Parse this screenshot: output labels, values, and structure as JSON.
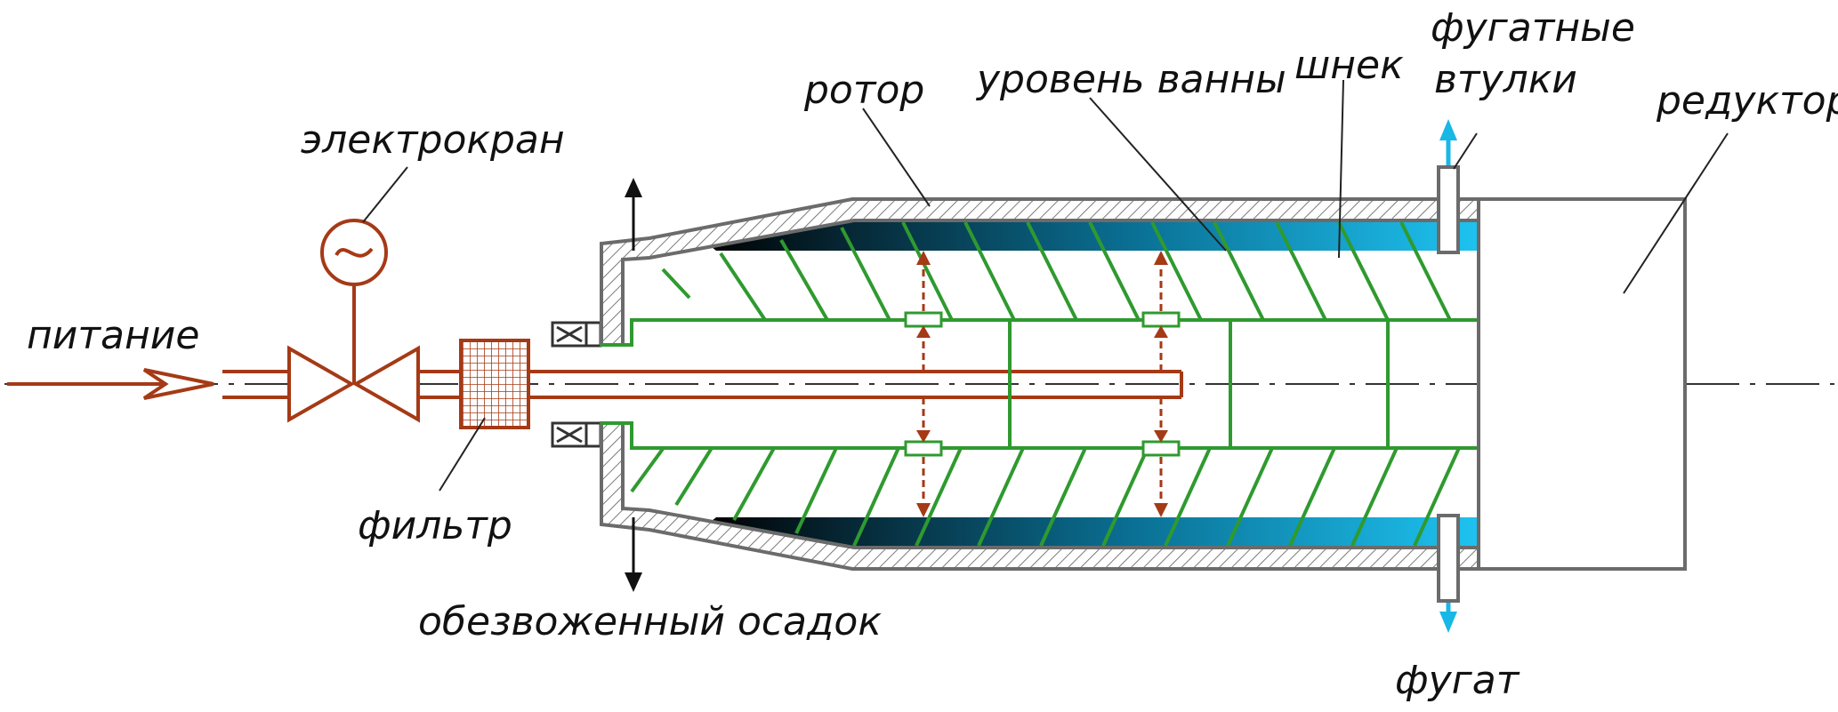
{
  "labels": {
    "feed": "питание",
    "valve": "электрокран",
    "filter": "фильтр",
    "rotor": "ротор",
    "bath_level": "уровень ванны",
    "screw": "шнек",
    "centrate_bushings_line1": "фугатные",
    "centrate_bushings_line2": "втулки",
    "gearbox": "редуктор",
    "dewatered_sludge": "обезвоженный осадок",
    "centrate": "фугат"
  },
  "icons": {
    "valve_symbol": "tilde-motor-icon",
    "filter_symbol": "grid-filter-icon"
  },
  "colors": {
    "feed_pipe": "#a53a16",
    "screw": "#2f9a2f",
    "liquid_light": "#1ec2f0",
    "liquid_dark": "#072a36",
    "centrate_arrow": "#18b8e6",
    "rotor_wall": "#6b6b6b"
  }
}
